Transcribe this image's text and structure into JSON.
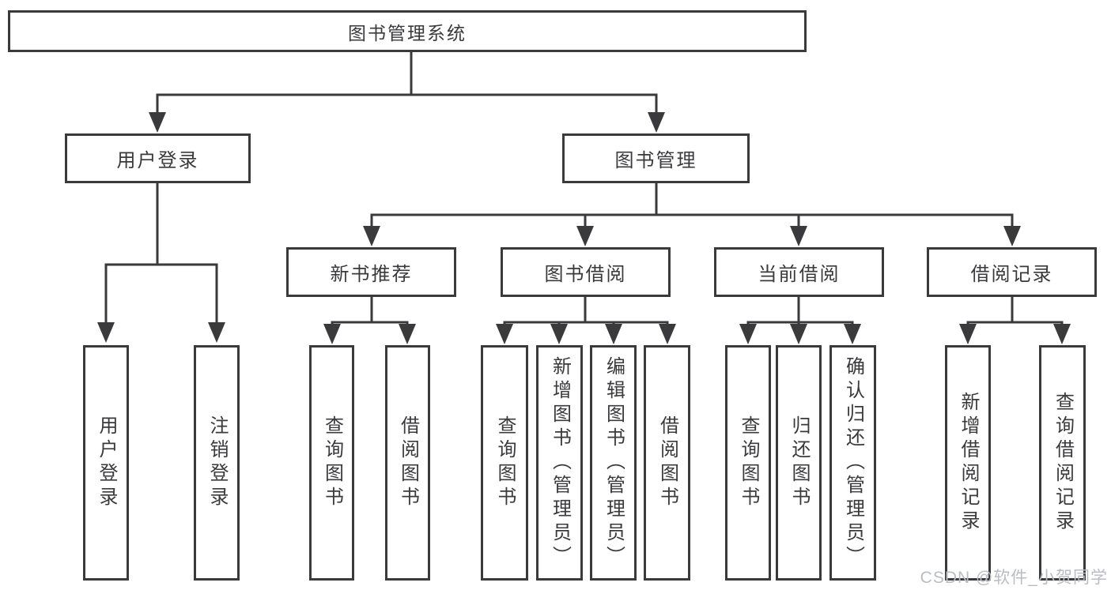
{
  "diagram_title": "图书管理系统",
  "tree": {
    "root": "图书管理系统",
    "children": [
      {
        "label": "用户登录",
        "children": [
          "用户登录",
          "注销登录"
        ]
      },
      {
        "label": "图书管理",
        "children": [
          {
            "label": "新书推荐",
            "children": [
              "查询图书",
              "借阅图书"
            ]
          },
          {
            "label": "图书借阅",
            "children": [
              "查询图书",
              "新增图书（管理员）",
              "编辑图书（管理员）",
              "借阅图书"
            ]
          },
          {
            "label": "当前借阅",
            "children": [
              "查询图书",
              "归还图书",
              "确认归还（管理员）"
            ]
          },
          {
            "label": "借阅记录",
            "children": [
              "新增借阅记录",
              "查询借阅记录"
            ]
          }
        ]
      }
    ]
  },
  "watermark": {
    "text": "CSDN @软件_小贺同学"
  },
  "colors": {
    "line": "#3a3a3c",
    "text": "#3a3a3c",
    "box_background": "#ffffff",
    "page_background": "#ffffff",
    "watermark": "#b9bcc2"
  }
}
